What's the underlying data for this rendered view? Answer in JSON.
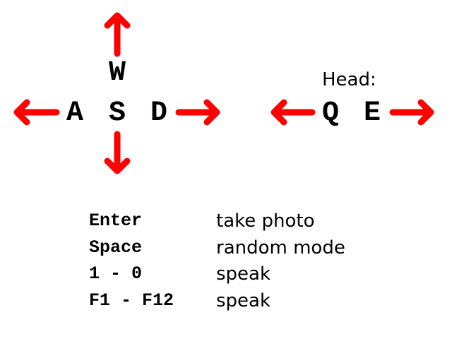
{
  "keys": {
    "up": "W",
    "left": "A",
    "down": "S",
    "right": "D",
    "head_left": "Q",
    "head_right": "E"
  },
  "head_label": "Head:",
  "arrow_color": "#ff0000",
  "shortcuts": [
    {
      "key": "Enter",
      "action": "take photo"
    },
    {
      "key": "Space",
      "action": "random mode"
    },
    {
      "key": "1 - 0",
      "action": "speak"
    },
    {
      "key": "F1 - F12",
      "action": "speak"
    }
  ]
}
